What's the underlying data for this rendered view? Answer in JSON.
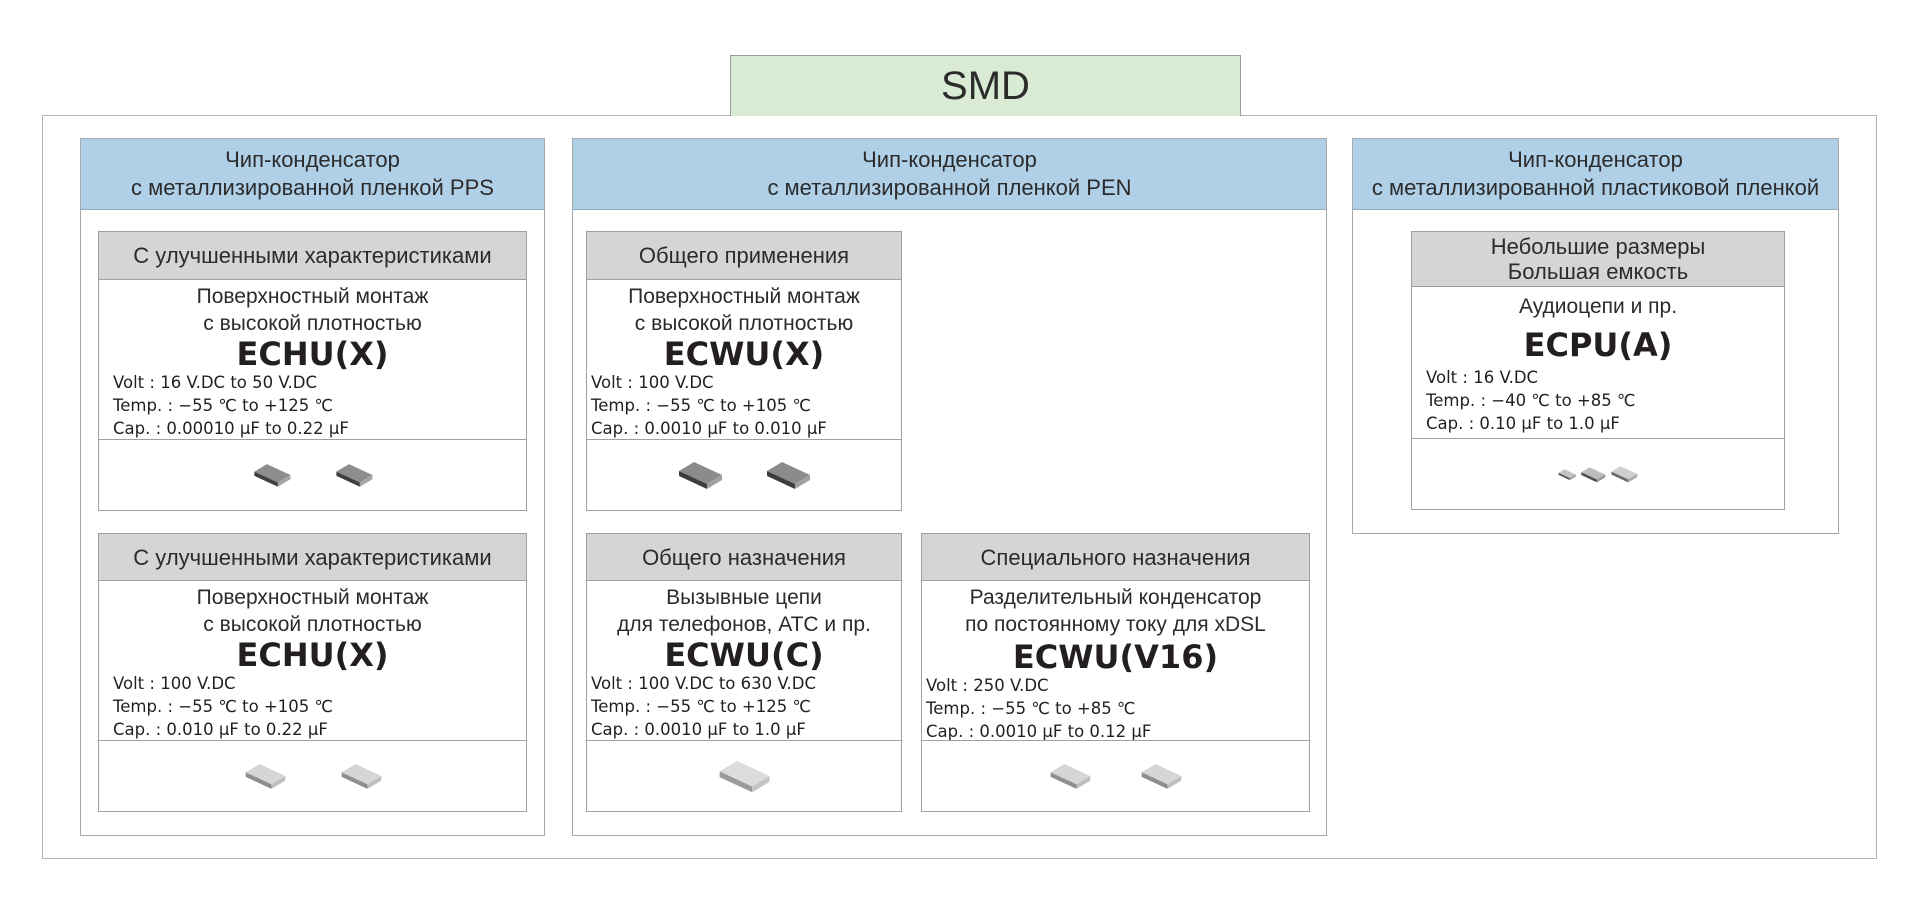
{
  "root": {
    "title": "SMD"
  },
  "columns": [
    {
      "title_lines": [
        "Чип-конденсатор",
        "с металлизированной пленкой PPS"
      ],
      "cards": [
        {
          "header_lines": [
            "С улучшенными характеристиками"
          ],
          "desc_lines": [
            "Поверхностный монтаж",
            "с высокой плотностью"
          ],
          "model": "ECHU(X)",
          "specs": [
            "Volt : 16 V.DC to 50 V.DC",
            "Temp. : −55 ℃ to +125 ℃",
            "Cap. : 0.00010 μF to 0.22 μF"
          ],
          "image_icons": [
            "dark-chip-icon",
            "dark-chip-icon"
          ]
        },
        {
          "header_lines": [
            "С улучшенными характеристиками"
          ],
          "desc_lines": [
            "Поверхностный монтаж",
            "с высокой плотностью"
          ],
          "model": "ECHU(X)",
          "specs": [
            "Volt : 100 V.DC",
            "Temp. : −55 ℃ to +105 ℃",
            "Cap.  : 0.010 μF to 0.22 μF"
          ],
          "image_icons": [
            "light-chip-icon",
            "light-chip-icon"
          ]
        }
      ]
    },
    {
      "title_lines": [
        "Чип-конденсатор",
        "с металлизированной пленкой PEN"
      ],
      "cards": [
        {
          "header_lines": [
            "Общего применения"
          ],
          "desc_lines": [
            "Поверхностный монтаж",
            "с высокой плотностью"
          ],
          "model": "ECWU(X)",
          "specs": [
            "Volt : 100 V.DC",
            "Temp. : −55 ℃ to +105 ℃",
            "Cap.  : 0.0010 μF to 0.010 μF"
          ],
          "image_icons": [
            "dark-chip-icon",
            "dark-chip-icon"
          ]
        },
        {
          "header_lines": [
            "Общего назначения"
          ],
          "desc_lines": [
            "Вызывные цепи",
            "для телефонов, АТС и пр."
          ],
          "model": "ECWU(C)",
          "specs": [
            "Volt : 100 V.DC to 630 V.DC",
            "Temp. : −55 ℃ to +125 ℃",
            "Cap.  : 0.0010 μF to 1.0 μF"
          ],
          "image_icons": [
            "light-chip-icon"
          ]
        },
        {
          "header_lines": [
            "Специального назначения"
          ],
          "desc_lines": [
            "Разделительный конденсатор",
            "по постоянному току для xDSL"
          ],
          "model": "ECWU(V16)",
          "specs": [
            "Volt : 250 V.DC",
            "Temp. : −55 ℃ to +85 ℃",
            "Cap.  : 0.0010 μF to 0.12 μF"
          ],
          "image_icons": [
            "light-chip-icon",
            "light-chip-icon"
          ]
        }
      ]
    },
    {
      "title_lines": [
        "Чип-конденсатор",
        "с металлизированной пластиковой пленкой"
      ],
      "cards": [
        {
          "header_lines": [
            "Небольшие размеры",
            "Большая емкость"
          ],
          "desc_lines": [
            "Аудиоцепи и пр."
          ],
          "model": "ECPU(A)",
          "specs": [
            "Volt : 16 V.DC",
            "Temp. : −40 ℃ to +85 ℃",
            "Cap.  : 0.10 μF to 1.0 μF"
          ],
          "image_icons": [
            "small-chip-icon",
            "small-chip-icon",
            "small-chip-icon"
          ]
        }
      ]
    }
  ]
}
